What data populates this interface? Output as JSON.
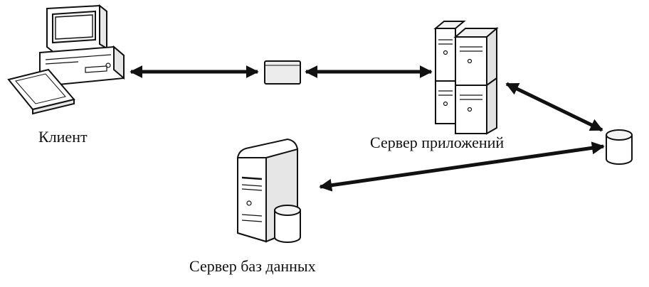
{
  "diagram": {
    "labels": {
      "client": "Клиент",
      "app_server": "Сервер приложений",
      "db_server": "Сервер баз данных"
    },
    "nodes": [
      {
        "id": "client",
        "icon": "desktop-computer-icon"
      },
      {
        "id": "gateway",
        "icon": "network-box-icon"
      },
      {
        "id": "app-server",
        "icon": "server-cluster-icon"
      },
      {
        "id": "storage",
        "icon": "database-cylinder-icon"
      },
      {
        "id": "db-server",
        "icon": "database-server-icon"
      }
    ],
    "connections": [
      {
        "from": "client",
        "to": "gateway",
        "direction": "both"
      },
      {
        "from": "gateway",
        "to": "app-server",
        "direction": "both"
      },
      {
        "from": "app-server",
        "to": "storage",
        "direction": "both"
      },
      {
        "from": "storage",
        "to": "db-server",
        "direction": "both"
      }
    ],
    "colors": {
      "line": "#111111",
      "fill": "#ffffff",
      "shade": "#d9d9d9"
    }
  }
}
